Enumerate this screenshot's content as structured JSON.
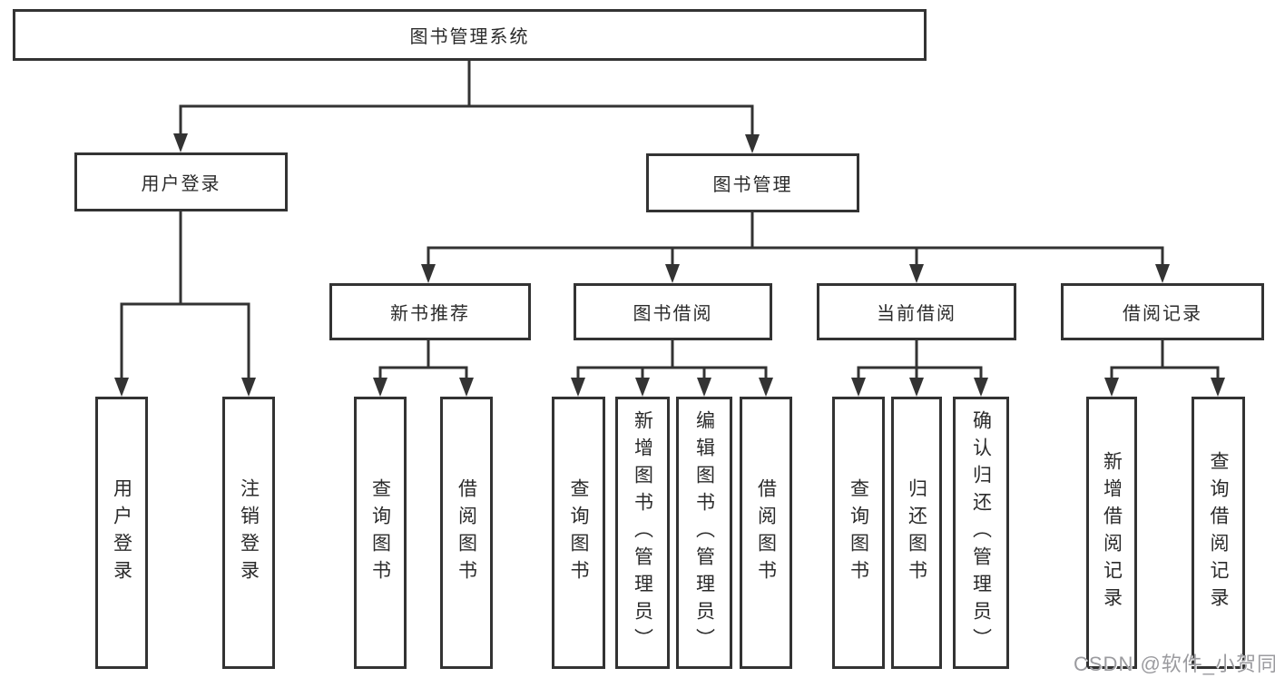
{
  "diagram": {
    "type": "tree",
    "tree": {
      "label": "图书管理系统",
      "children": [
        {
          "label": "用户登录",
          "children": [
            {
              "label": "用户登录"
            },
            {
              "label": "注销登录"
            }
          ]
        },
        {
          "label": "图书管理",
          "children": [
            {
              "label": "新书推荐",
              "children": [
                {
                  "label": "查询图书"
                },
                {
                  "label": "借阅图书"
                }
              ]
            },
            {
              "label": "图书借阅",
              "children": [
                {
                  "label": "查询图书"
                },
                {
                  "label": "新增图书（管理员）"
                },
                {
                  "label": "编辑图书（管理员）"
                },
                {
                  "label": "借阅图书"
                }
              ]
            },
            {
              "label": "当前借阅",
              "children": [
                {
                  "label": "查询图书"
                },
                {
                  "label": "归还图书"
                },
                {
                  "label": "确认归还（管理员）"
                }
              ]
            },
            {
              "label": "借阅记录",
              "children": [
                {
                  "label": "新增借阅记录"
                },
                {
                  "label": "查询借阅记录"
                }
              ]
            }
          ]
        }
      ]
    }
  },
  "watermark": {
    "text": "CSDN @软件_小贺同学"
  },
  "colors": {
    "line": "#333333",
    "text": "#2b2b2b",
    "background": "#ffffff",
    "watermark": "#9b9b9f"
  }
}
